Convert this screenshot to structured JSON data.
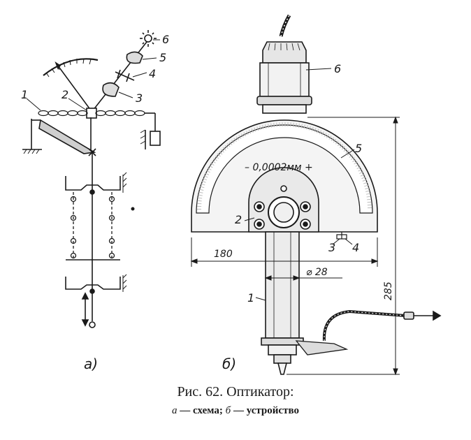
{
  "scheme_labels": {
    "l1": "1",
    "l2": "2",
    "l3": "3",
    "l4": "4",
    "l5": "5",
    "l6": "6"
  },
  "device_labels": {
    "l1": "1",
    "l2": "2",
    "l3": "3",
    "l4": "4",
    "l5": "5",
    "l6": "6"
  },
  "scale_text": "– 0,0002мм +",
  "dimensions": {
    "width": "180",
    "diameter": "⌀ 28",
    "height": "285"
  },
  "subfig": {
    "a": "а)",
    "b": "б)"
  },
  "caption": {
    "title": "Рис. 62. Оптикатор:",
    "a_letter": "а",
    "a_text": " — схема; ",
    "b_letter": "б",
    "b_text": " — устройство"
  }
}
